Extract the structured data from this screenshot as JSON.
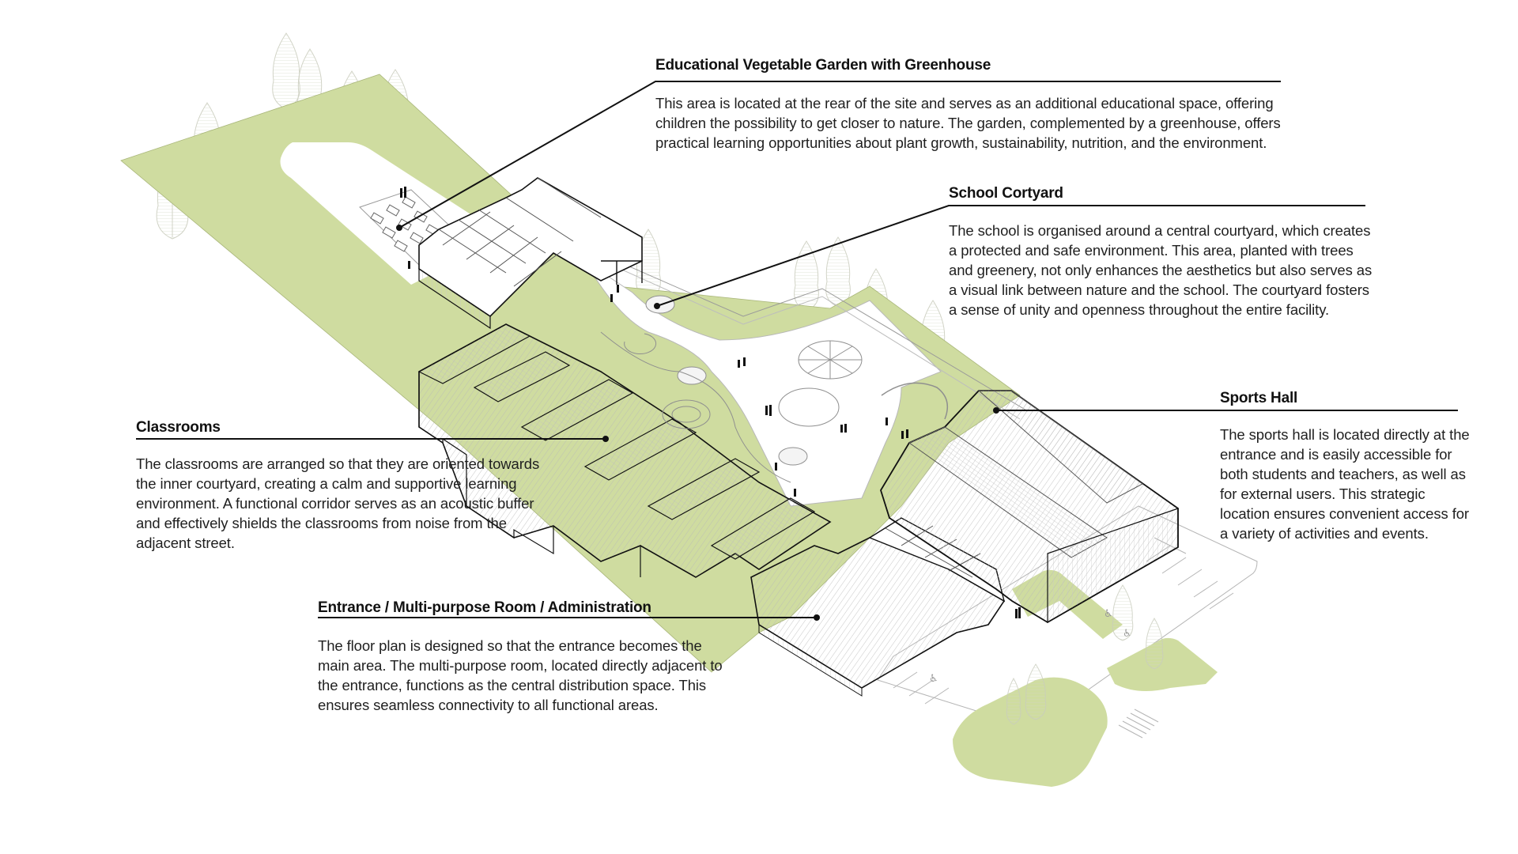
{
  "title": "School site axonometric diagram",
  "colors": {
    "greenery": "#cfdca0",
    "line": "#111111",
    "building_fill": "#ffffff",
    "tree_fill": "#e8ebdd"
  },
  "annotations": {
    "garden": {
      "heading": "Educational Vegetable Garden with Greenhouse",
      "body": "This area is located at the rear of the site and serves as an additional educational space, offering children the possibility to get closer to nature. The garden, complemented by a greenhouse, offers practical learning opportunities about plant growth, sustainability, nutrition, and the environment."
    },
    "courtyard": {
      "heading": "School Cortyard",
      "body": "The school is organised around a central courtyard, which creates a protected and safe environment. This area, planted with trees and greenery, not only enhances the aesthetics but also serves as a visual link between nature and the school. The courtyard fosters a sense of unity and openness throughout the entire facility."
    },
    "sports": {
      "heading": "Sports Hall",
      "body": "The sports hall is located directly at the entrance and is easily accessible for both students and teachers, as well as for external users. This strategic location ensures convenient access for a variety of activities and events."
    },
    "classrooms": {
      "heading": "Classrooms",
      "body": "The classrooms are arranged so that they are oriented towards the inner courtyard, creating a calm and supportive learning environment. A functional corridor serves as an acoustic buffer and effectively shields the classrooms from noise from the adjacent street."
    },
    "entrance": {
      "heading": "Entrance / Multi-purpose Room / Administration",
      "body": "The floor plan is designed so that the entrance becomes the main area. The multi-purpose room, located directly adjacent to the entrance, functions as the central distribution space. This ensures seamless connectivity to all functional areas."
    },
    "icons": {
      "accessible_parking": "wheelchair-symbol"
    }
  }
}
